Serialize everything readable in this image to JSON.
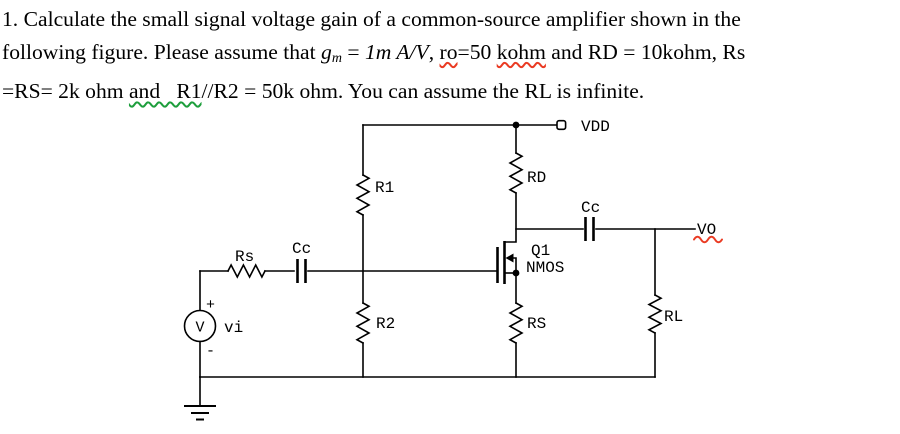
{
  "problem": {
    "line1": "1. Calculate the small signal voltage gain of a common-source amplifier shown in the",
    "line2": [
      "following figure. Please assume that ",
      "g",
      "m",
      " = ",
      "1m A/V",
      ", ",
      "ro",
      "=50 ",
      "kohm",
      " and RD = 10kohm, Rs"
    ],
    "line3": [
      "=RS= 2k ohm ",
      "and   R1",
      "//R2 = 50k ohm. You can assume the RL is infinite."
    ]
  },
  "circuit": {
    "labels": {
      "vdd": "VDD",
      "r1": "R1",
      "rd": "RD",
      "cc_input": "Cc",
      "cc_output": "Cc",
      "rs_series": "Rs",
      "q1_name": "Q1",
      "q1_type": "NMOS",
      "r2": "R2",
      "rs_source": "RS",
      "rl": "RL",
      "vo": "VO",
      "source_symbol": "V",
      "vi": "vi",
      "plus": "+",
      "minus": "-"
    }
  },
  "colors": {
    "ink": "#000000",
    "background": "#ffffff",
    "squiggle_red": "#ea3b23",
    "squiggle_green": "#1d9e3c"
  }
}
